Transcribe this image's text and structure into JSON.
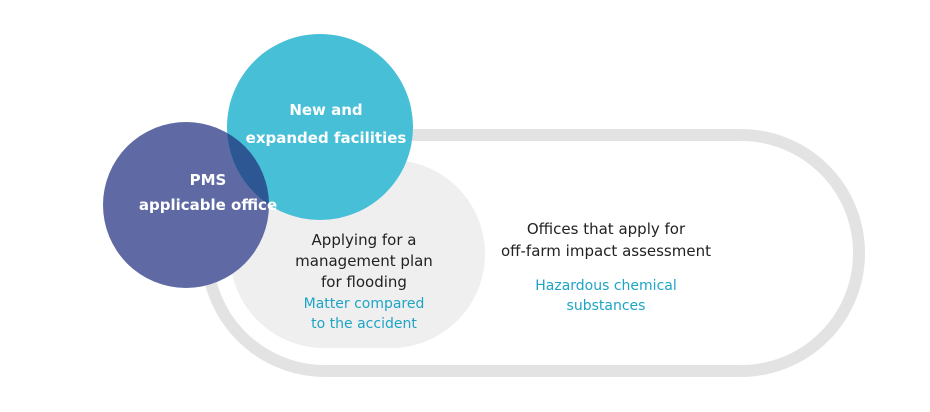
{
  "diagram": {
    "pms": {
      "lines": [
        "PMS",
        "applicable office"
      ],
      "color": "#5f6aa4"
    },
    "new_facilities": {
      "lines": [
        "New and",
        "expanded facilities"
      ],
      "color": "#47bfd7"
    },
    "flooding_plan": {
      "title_lines": [
        "Applying for a",
        "management plan",
        "for flooding"
      ],
      "sub_lines": [
        "Matter compared",
        "to the accident"
      ],
      "color": "#efefef"
    },
    "off_farm": {
      "title_lines": [
        "Offices that apply for",
        "off-farm impact assessment"
      ],
      "sub_lines": [
        "Hazardous chemical",
        "substances"
      ],
      "outline_color": "#e3e3e3"
    },
    "overlap_color": "#2d5793",
    "accent_text_color": "#1ea4c5"
  }
}
